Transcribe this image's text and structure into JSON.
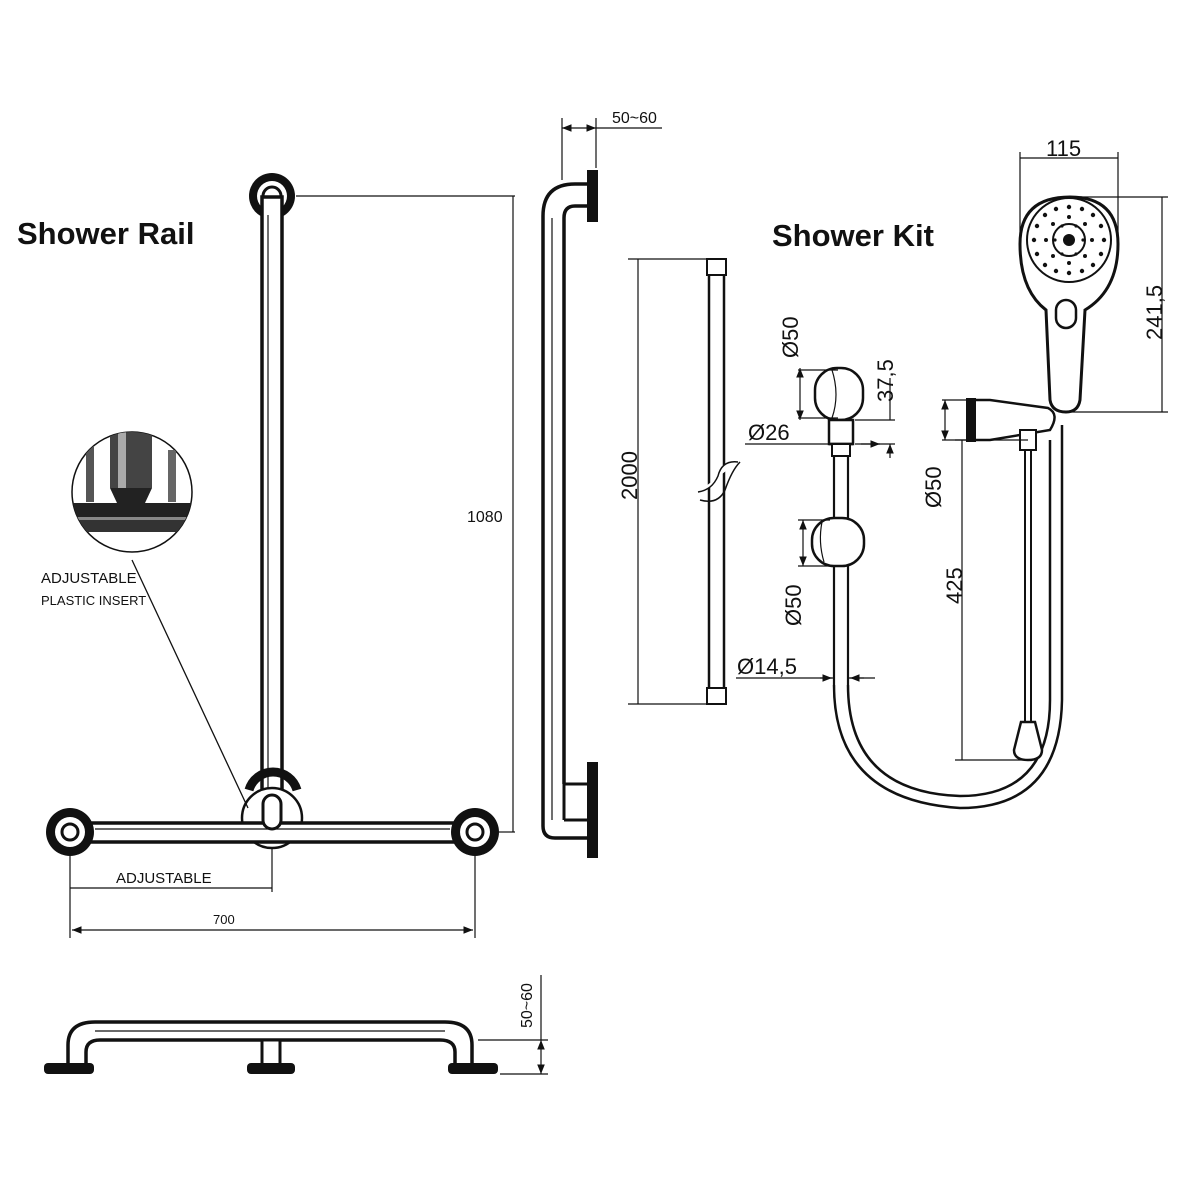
{
  "titles": {
    "shower_rail": "Shower Rail",
    "shower_kit": "Shower Kit"
  },
  "callouts": {
    "adjustable_plastic_insert_line1": "ADJUSTABLE",
    "adjustable_plastic_insert_line2": "PLASTIC INSERT",
    "adjustable": "ADJUSTABLE"
  },
  "dimensions": {
    "rail_height": "1080",
    "rail_width": "700",
    "wall_offset_side": "50~60",
    "wall_offset_top": "50~60",
    "slide_bar_length": "2000",
    "holder_diameter_top": "Ø50",
    "holder_height": "37,5",
    "bar_diameter_26": "Ø26",
    "holder_diameter_bottom": "Ø50",
    "hose_diameter": "Ø14,5",
    "head_width": "115",
    "head_length": "241,5",
    "head_holder_diameter": "Ø50",
    "head_holder_drop": "425"
  }
}
